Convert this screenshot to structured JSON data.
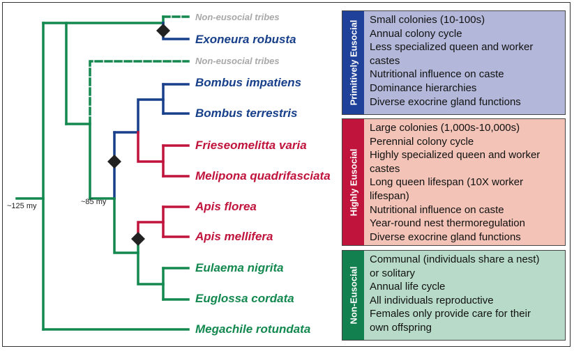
{
  "colors": {
    "green": "#13894f",
    "blue": "#173f8a",
    "red": "#c0143c",
    "gray_dashed": "#13894f",
    "node_marker": "#222222"
  },
  "tree": {
    "ages": {
      "root": "~125 my",
      "inner": "~85 my"
    },
    "tribes": {
      "upper": "Non-eusocial tribes",
      "lower": "Non-eusocial tribes"
    },
    "taxa": [
      {
        "name": "Exoneura robusta",
        "color": "blue"
      },
      {
        "name": "Bombus impatiens",
        "color": "blue"
      },
      {
        "name": "Bombus terrestris",
        "color": "blue"
      },
      {
        "name": "Frieseomelitta varia",
        "color": "red"
      },
      {
        "name": "Melipona quadrifasciata",
        "color": "red"
      },
      {
        "name": "Apis florea",
        "color": "red"
      },
      {
        "name": "Apis mellifera",
        "color": "red"
      },
      {
        "name": "Eulaema nigrita",
        "color": "green"
      },
      {
        "name": "Euglossa cordata",
        "color": "green"
      },
      {
        "name": "Megachile rotundata",
        "color": "green"
      }
    ]
  },
  "panels": [
    {
      "label": "Primitively Eusocial",
      "lines": [
        "Small colonies (10-100s)",
        "Annual colony cycle",
        "Less specialized queen and worker",
        "castes",
        "Nutritional influence on caste",
        "Dominance hierarchies",
        "Diverse exocrine gland functions"
      ]
    },
    {
      "label": "Highly Eusocial",
      "lines": [
        "Large colonies (1,000s-10,000s)",
        "Perennial colony cycle",
        "Highly specialized queen and worker",
        "castes",
        "Long queen lifespan (10X worker",
        "lifespan)",
        "Nutritional influence on caste",
        "Year-round nest thermoregulation",
        "Diverse exocrine gland functions"
      ]
    },
    {
      "label": "Non-Eusocial",
      "lines": [
        "Communal (individuals share a nest)",
        "or solitary",
        "Annual life cycle",
        "All individuals reproductive",
        "Females only provide care for their",
        "own offspring"
      ]
    }
  ]
}
